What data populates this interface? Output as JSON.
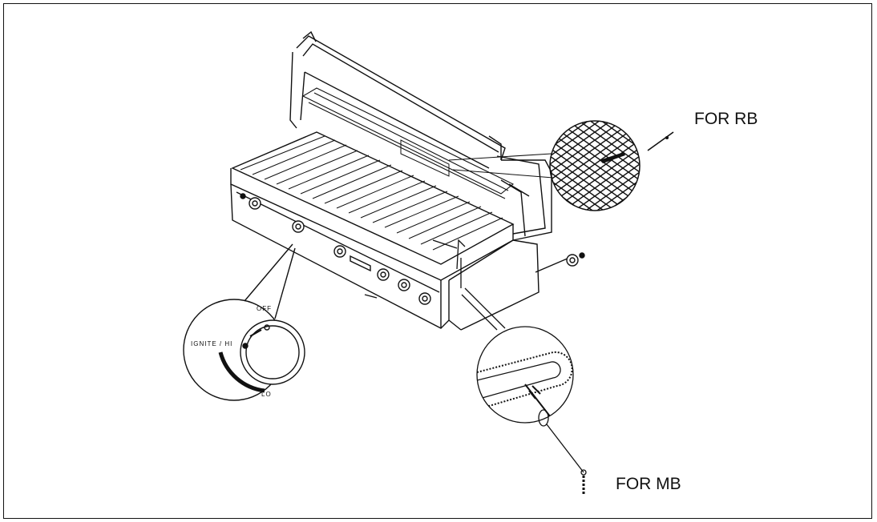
{
  "labels": {
    "for_rb": "FOR RB",
    "for_mb": "FOR MB",
    "knob_off": "OFF",
    "knob_ignite": "IGNITE / HI",
    "knob_lo": "LO"
  },
  "colors": {
    "ink": "#111111",
    "paper": "#ffffff"
  }
}
